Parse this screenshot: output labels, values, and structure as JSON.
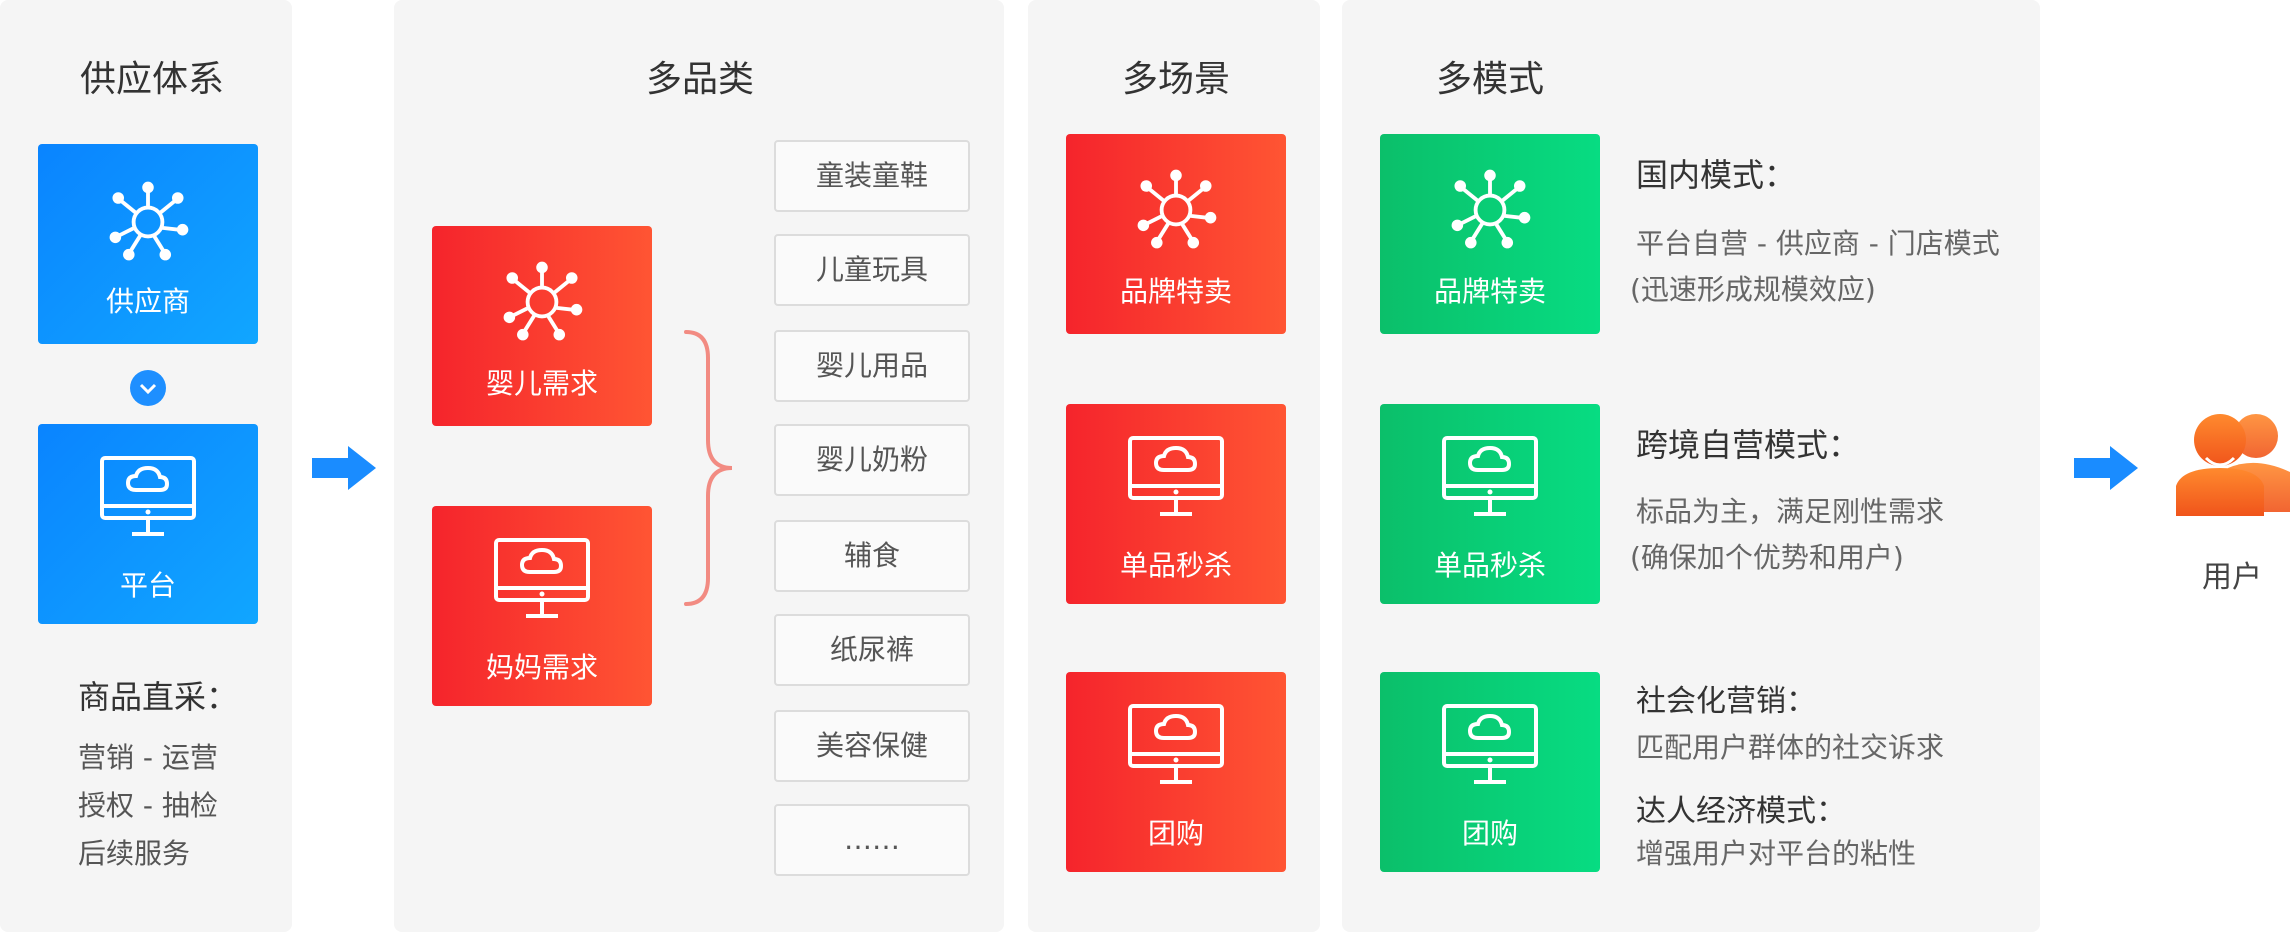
{
  "supply": {
    "title": "供应体系",
    "supplier_label": "供应商",
    "platform_label": "平台",
    "direct_title": "商品直采：",
    "direct_items": [
      "营销 - 运营",
      "授权 - 抽检",
      "后续服务"
    ]
  },
  "category": {
    "title": "多品类",
    "baby_label": "婴儿需求",
    "mom_label": "妈妈需求",
    "tags": [
      "童装童鞋",
      "儿童玩具",
      "婴儿用品",
      "婴儿奶粉",
      "辅食",
      "纸尿裤",
      "美容保健",
      "……"
    ]
  },
  "scene": {
    "title": "多场景",
    "items": [
      "品牌特卖",
      "单品秒杀",
      "团购"
    ]
  },
  "mode": {
    "title": "多模式",
    "items": [
      "品牌特卖",
      "单品秒杀",
      "团购"
    ],
    "domestic_title": "国内模式：",
    "domestic_line1": "平台自营 - 供应商 - 门店模式",
    "domestic_line2": "(迅速形成规模效应)",
    "cross_title": "跨境自营模式：",
    "cross_line1": "标品为主，满足刚性需求",
    "cross_line2": "(确保加个优势和用户)",
    "social_title": "社会化营销：",
    "social_line": "匹配用户群体的社交诉求",
    "kol_title": "达人经济模式：",
    "kol_line": "增强用户对平台的粘性"
  },
  "user": {
    "label": "用户"
  },
  "colors": {
    "blue": "#0a84ff",
    "red": "#f5242c",
    "green": "#0bbf6a",
    "bracket": "#f28b82",
    "arrow": "#1a8cff",
    "user_orange": "#f26b1d"
  }
}
